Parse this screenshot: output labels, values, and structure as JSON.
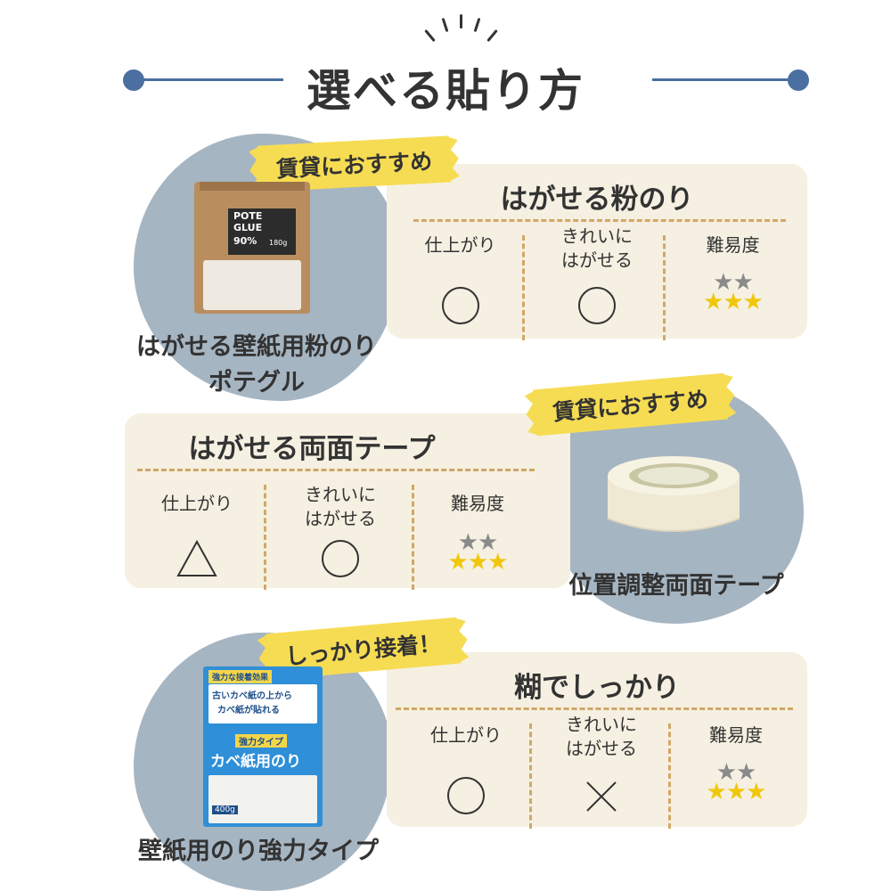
{
  "header": {
    "title": "選べる貼り方"
  },
  "colors": {
    "accent_line": "#4a6fa0",
    "blob": "#a6b5c2",
    "card_bg": "#f5f0e1",
    "dash": "#d2a767",
    "tag_bg": "#f6dc53",
    "star_gray": "#8a8a8a",
    "star_yellow": "#f0c70d"
  },
  "sections": [
    {
      "tag": "賃貸におすすめ",
      "card_title": "はがせる粉のり",
      "columns": [
        {
          "label": "仕上がり",
          "symbol": "circle"
        },
        {
          "label_line1": "きれいに",
          "label_line2": "はがせる",
          "symbol": "circle"
        },
        {
          "label": "難易度",
          "stars_gray": "★★",
          "stars_yellow": "★★★"
        }
      ],
      "product": {
        "caption_line1": "はがせる壁紙用粉のり",
        "caption_line2": "ポテグル",
        "pkg_line1": "POTE",
        "pkg_line2": "GLUE",
        "pkg_pct": "90%",
        "pkg_weight": "180g",
        "icon": "glue-bag-icon"
      }
    },
    {
      "tag": "賃貸におすすめ",
      "card_title": "はがせる両面テープ",
      "columns": [
        {
          "label": "仕上がり",
          "symbol": "triangle"
        },
        {
          "label_line1": "きれいに",
          "label_line2": "はがせる",
          "symbol": "circle"
        },
        {
          "label": "難易度",
          "stars_gray": "★★",
          "stars_yellow": "★★★"
        }
      ],
      "product": {
        "caption_line1": "位置調整両面テープ",
        "icon": "tape-roll-icon"
      }
    },
    {
      "tag": "しっかり接着！",
      "card_title": "糊でしっかり",
      "columns": [
        {
          "label": "仕上がり",
          "symbol": "circle"
        },
        {
          "label_line1": "きれいに",
          "label_line2": "はがせる",
          "symbol": "cross"
        },
        {
          "label": "難易度",
          "stars_gray": "★★",
          "stars_yellow": "★★★"
        }
      ],
      "product": {
        "caption_line1": "壁紙用のり強力タイプ",
        "pkg_badge": "強力な接着効果",
        "pkg_line1": "古いカベ紙の上から",
        "pkg_line2": "カベ紙が貼れる",
        "pkg_type": "強力タイプ",
        "pkg_name": "カベ紙用のり",
        "pkg_weight": "400g",
        "icon": "glue-package-icon"
      }
    }
  ]
}
